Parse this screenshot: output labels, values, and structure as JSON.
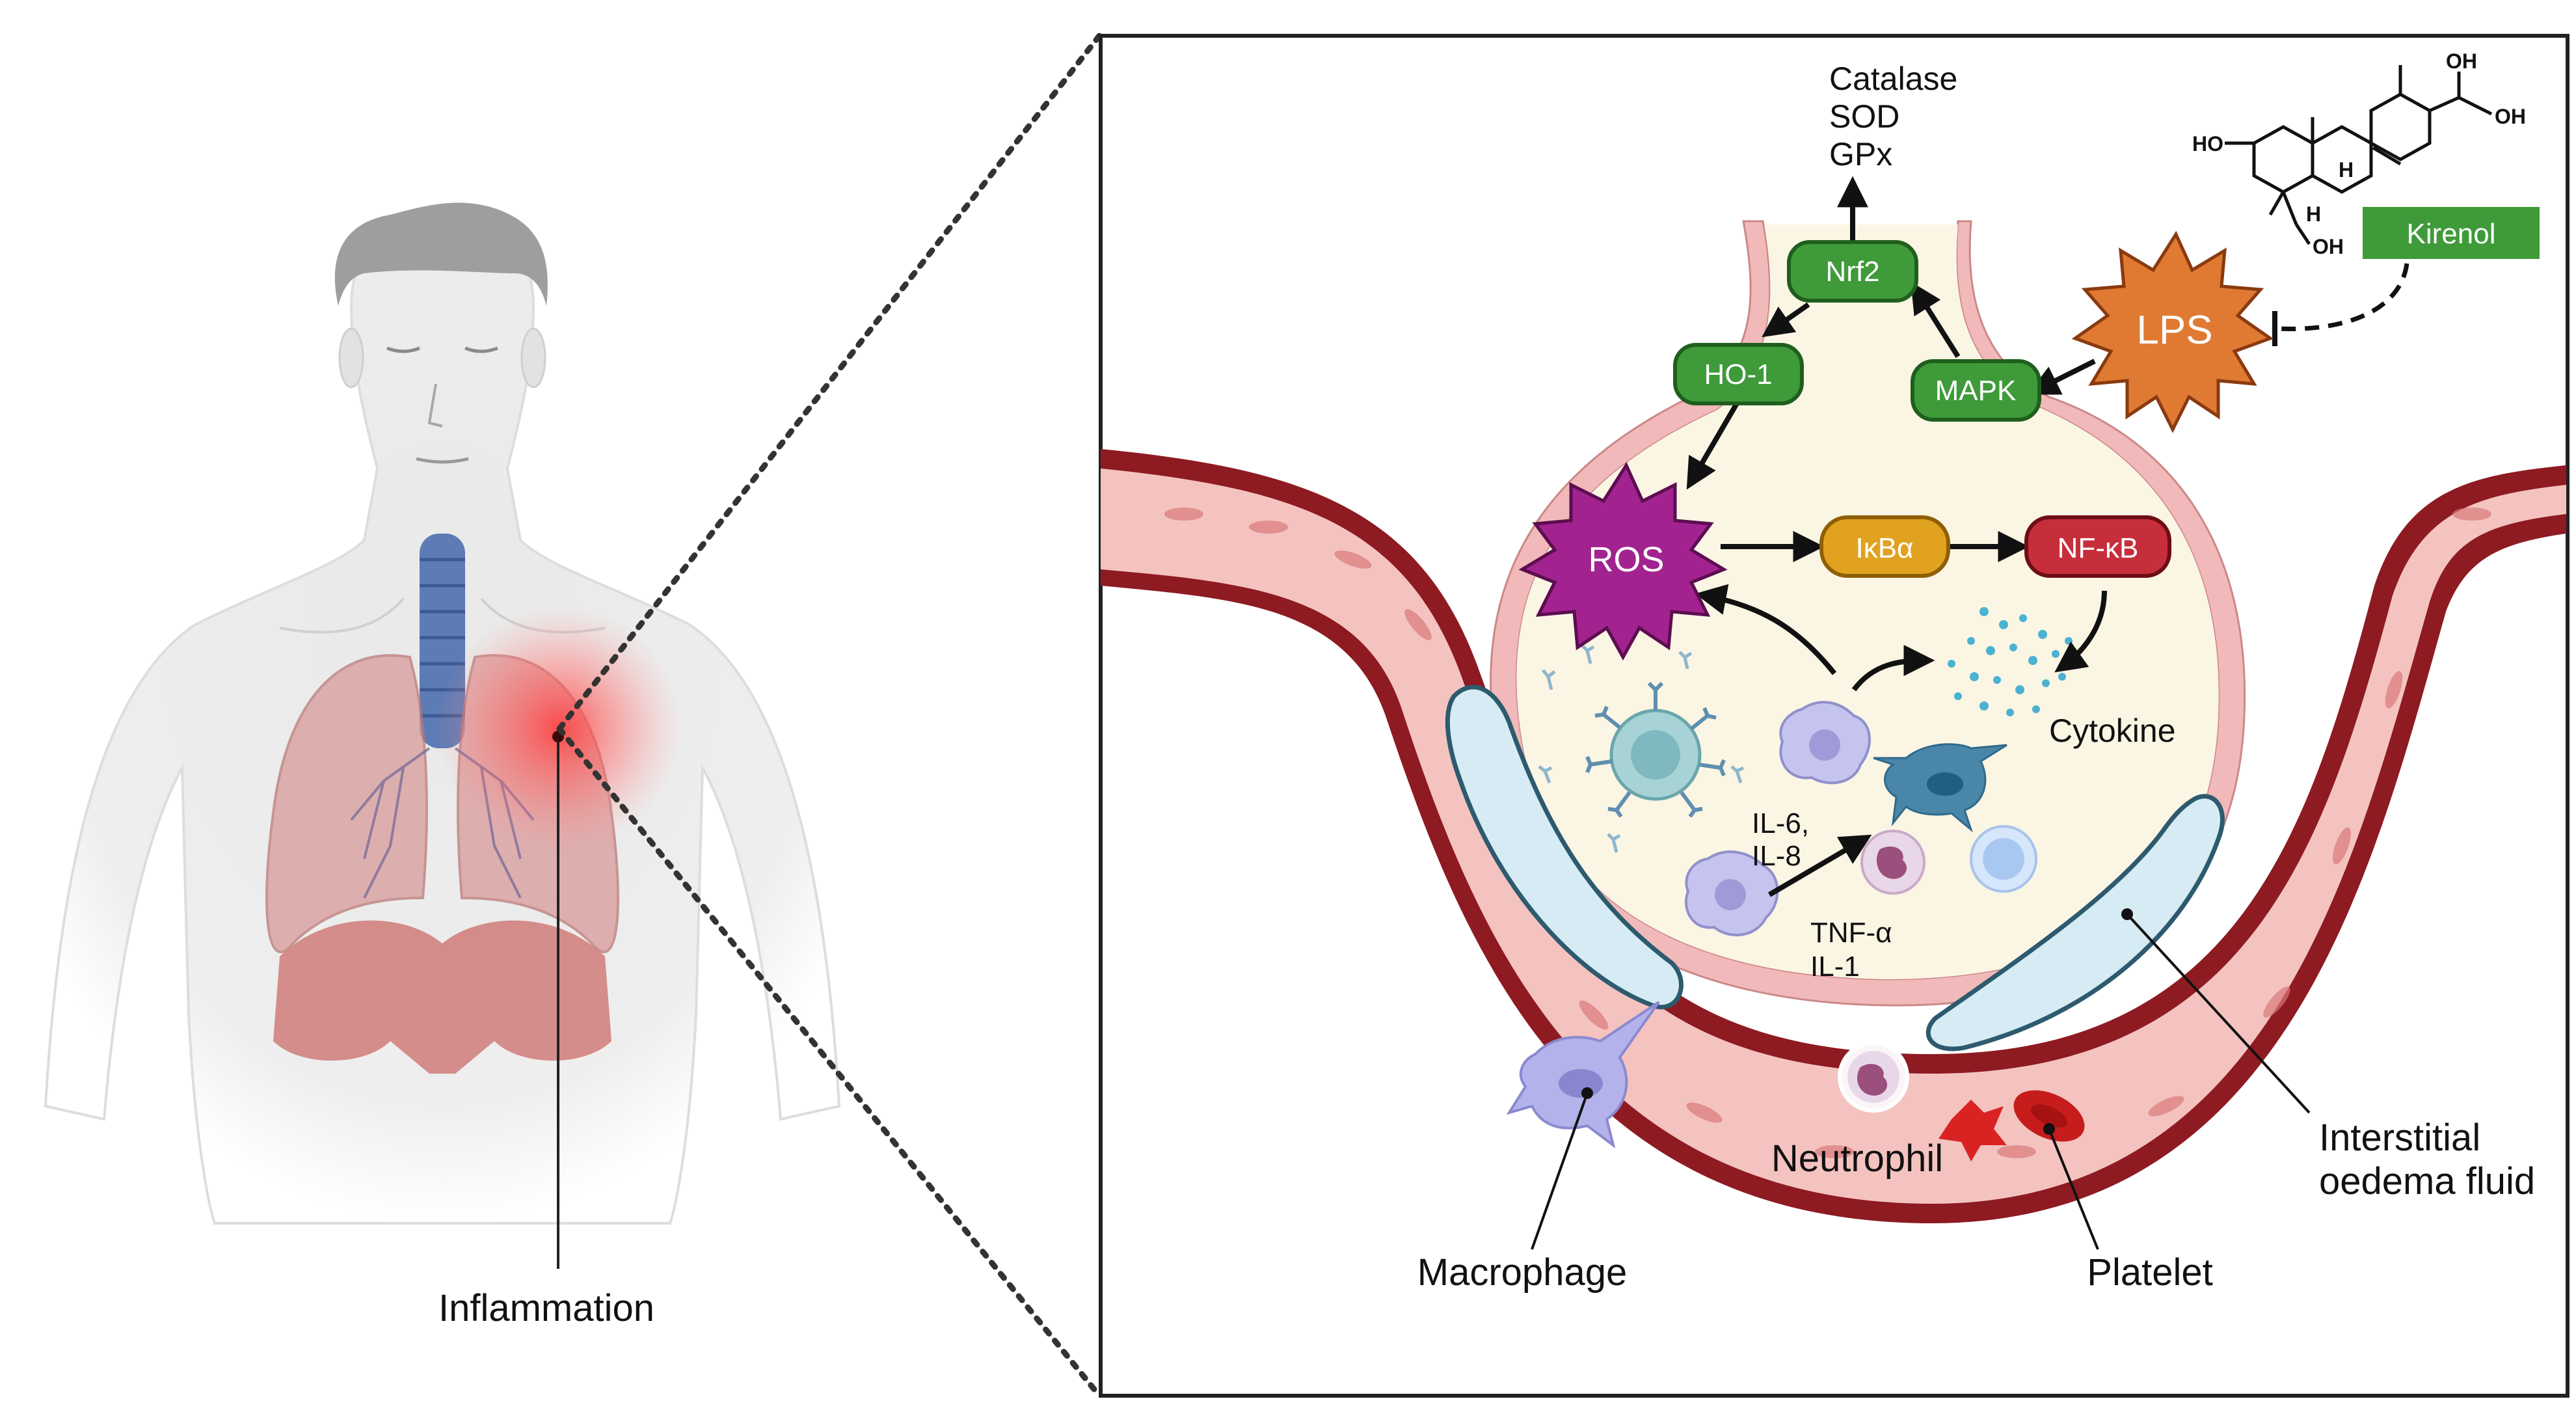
{
  "left_panel": {
    "inflammation_label": "Inflammation"
  },
  "pathway": {
    "catalase": "Catalase",
    "sod": "SOD",
    "gpx": "GPx",
    "nrf2": "Nrf2",
    "ho1": "HO-1",
    "mapk": "MAPK",
    "lps": "LPS",
    "kirenol": "Kirenol",
    "ros": "ROS",
    "ikba": "IκBα",
    "nfkb": "NF-κB",
    "cytokine": "Cytokine",
    "il6_8_a": "IL-6,",
    "il6_8_b": "IL-8",
    "tnf": "TNF-α",
    "il1": "IL-1"
  },
  "molecule": {
    "oh1": "OH",
    "oh2": "OH",
    "ho": "HO",
    "h1": "H",
    "h2": "H",
    "oh3": "OH"
  },
  "labels": {
    "neutrophil": "Neutrophil",
    "macrophage": "Macrophage",
    "platelet": "Platelet",
    "oedema_1": "Interstitial",
    "oedema_2": "oedema fluid"
  },
  "colors": {
    "green_node": "#3f9a3a",
    "ros": "#a2238f",
    "ikba": "#e0a21f",
    "nfkb": "#c72e3c",
    "lps": "#e07a32",
    "vessel_dark": "#8e1a22",
    "vessel_pink": "#f4c3c0",
    "alveolus_fill": "#fbf5e4",
    "oedema_fill": "#d6ebf3"
  }
}
